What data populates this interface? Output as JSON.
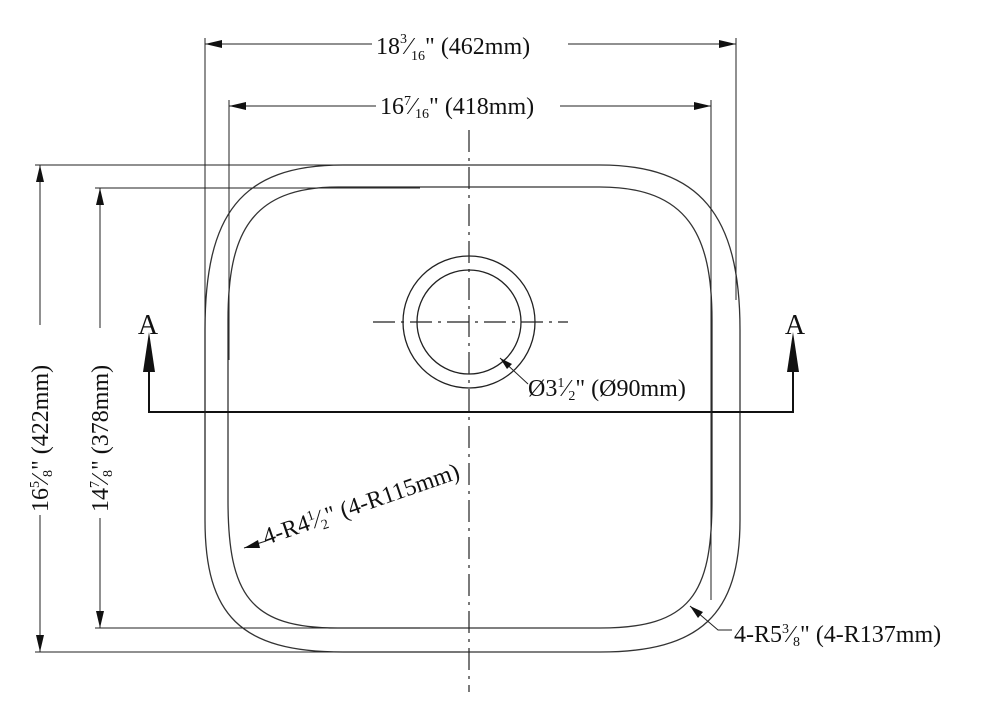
{
  "dimensions": {
    "overall_width": {
      "whole": "18",
      "num": "3",
      "den": "16",
      "metric": "\" (462mm)"
    },
    "bowl_width": {
      "whole": "16",
      "num": "7",
      "den": "16",
      "metric": "\" (418mm)"
    },
    "overall_length": {
      "whole": "16",
      "num": "5",
      "den": "8",
      "metric": "\" (422mm)"
    },
    "bowl_length": {
      "whole": "14",
      "num": "7",
      "den": "8",
      "metric": "\" (378mm)"
    },
    "drain_diameter": {
      "whole": "Ø3",
      "num": "1",
      "den": "2",
      "metric": "\" (Ø90mm)"
    },
    "inner_radius": {
      "whole": "4-R4",
      "num": "1",
      "den": "2",
      "metric": "\" (4-R115mm)"
    },
    "outer_radius": {
      "whole": "4-R5",
      "num": "3",
      "den": "8",
      "metric": "\" (4-R137mm)"
    }
  },
  "section": {
    "left_label": "A",
    "right_label": "A"
  }
}
